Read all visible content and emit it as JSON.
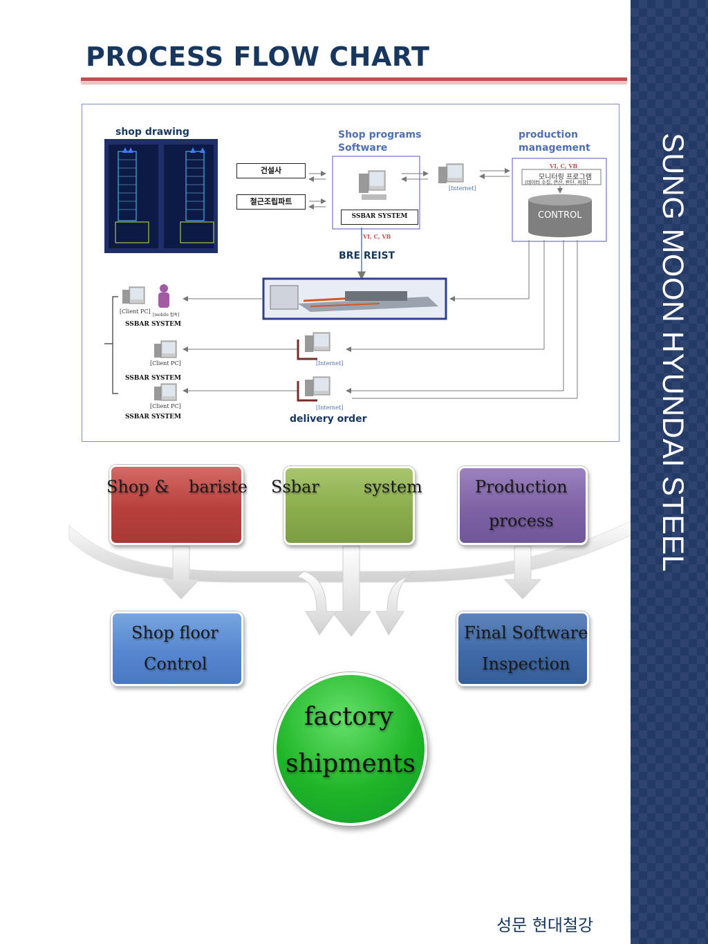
{
  "title": "PROCESS FLOW CHART",
  "sidebar_text": "SUNG MOON HYUNDAI STEEL",
  "footer": "성문 현대철강",
  "diagram": {
    "shop_drawing": "shop drawing",
    "shop_programs": "Shop programs",
    "software": "Software",
    "production": "production",
    "management": "management",
    "box_builder": "건설사",
    "box_rebar": "철근조립파트",
    "ssbar_system": "SSBAR SYSTEM",
    "vi_c_vb": "VI, C, VB",
    "monitoring_program": "모니터링 프로그램",
    "monitoring_sub": "(데이터 수집, 연산, 판단, 저장)",
    "control": "CONTROL",
    "internet": "[Internet]",
    "bre_reist": "BRE  REIST",
    "client_pc": "[Client PC]",
    "mobile": "[mobile 접속]",
    "delivery_order": "delivery order"
  },
  "flow": {
    "box1_a": "Shop &",
    "box1_b": "bariste",
    "box2_a": "Ssbar",
    "box2_b": "system",
    "box3_a": "Production",
    "box3_b": "process",
    "box4_a": "Shop floor",
    "box4_b": "Control",
    "box5_a": "Final Software",
    "box5_b": "Inspection",
    "circle_a": "factory",
    "circle_b": "shipments"
  }
}
